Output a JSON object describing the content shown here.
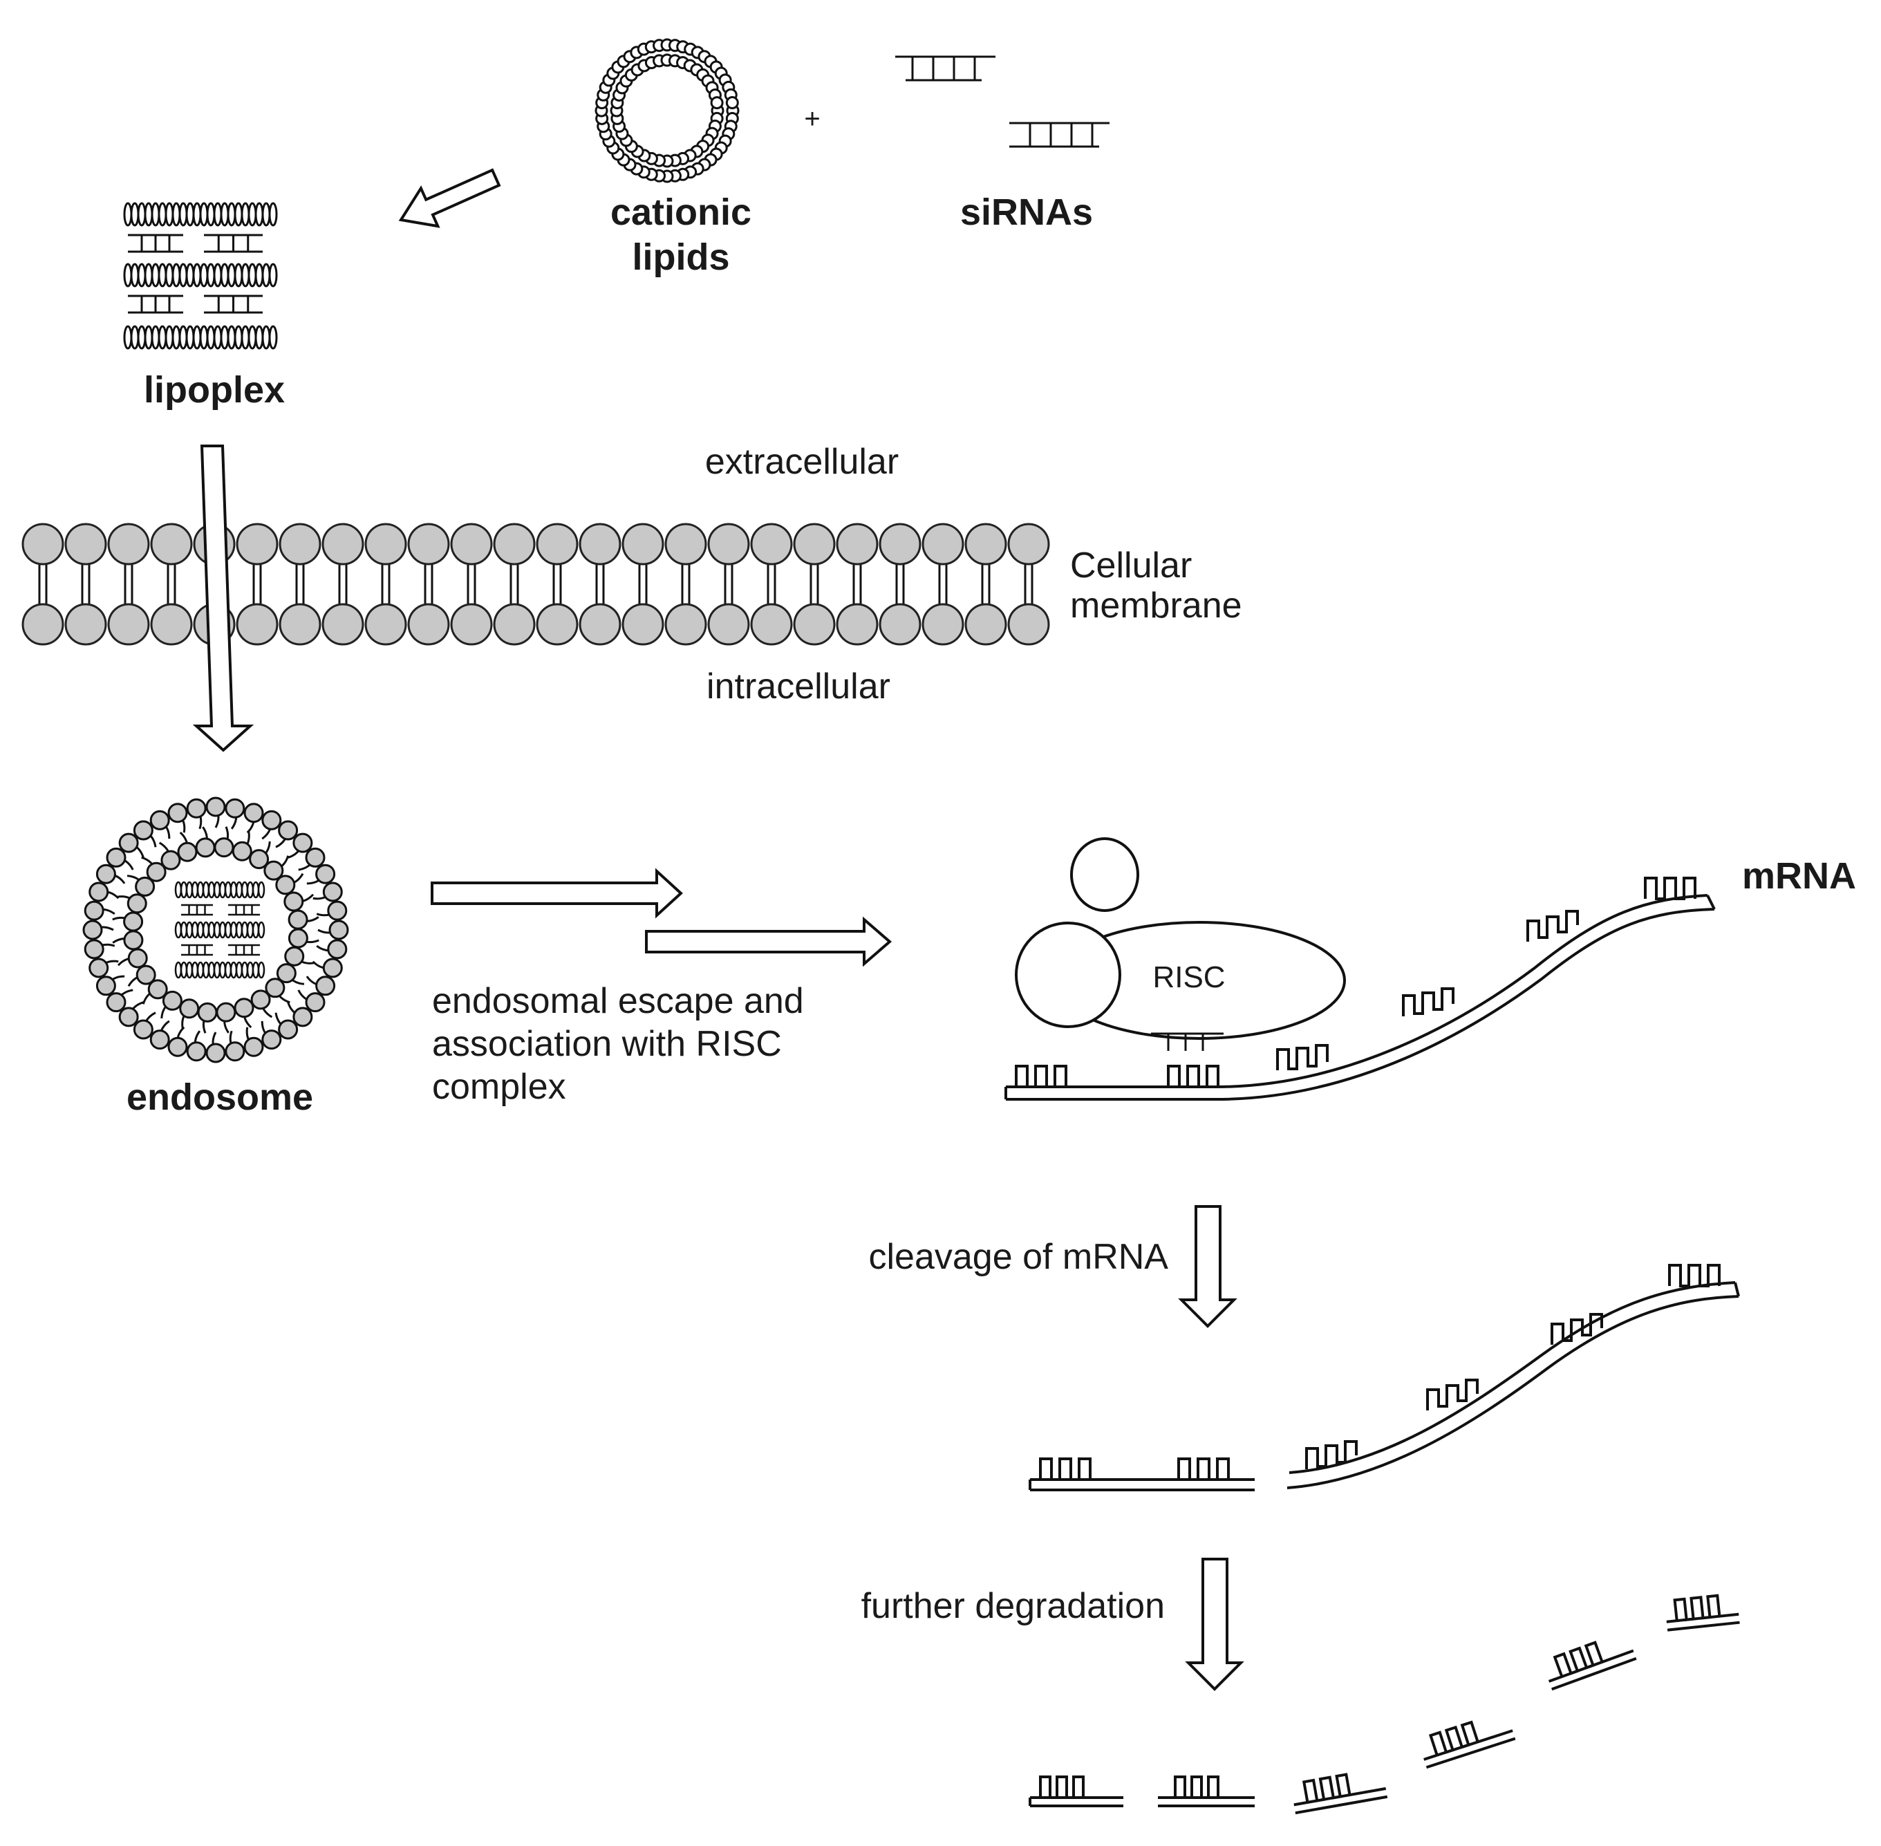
{
  "labels": {
    "cationic_lipids_1": "cationic",
    "cationic_lipids_2": "lipids",
    "plus": "+",
    "sirnas": "siRNAs",
    "lipoplex": "lipoplex",
    "extracellular": "extracellular",
    "cellular_membrane_1": "Cellular",
    "cellular_membrane_2": "membrane",
    "intracellular": "intracellular",
    "endosome": "endosome",
    "escape_1": "endosomal escape and",
    "escape_2": "association with RISC",
    "escape_3": "complex",
    "risc": "RISC",
    "mrna": "mRNA",
    "cleavage": "cleavage of mRNA",
    "degradation": "further degradation"
  },
  "colors": {
    "ink": "#111111",
    "lipid_head": "#c8c8c8",
    "background": "#ffffff"
  }
}
